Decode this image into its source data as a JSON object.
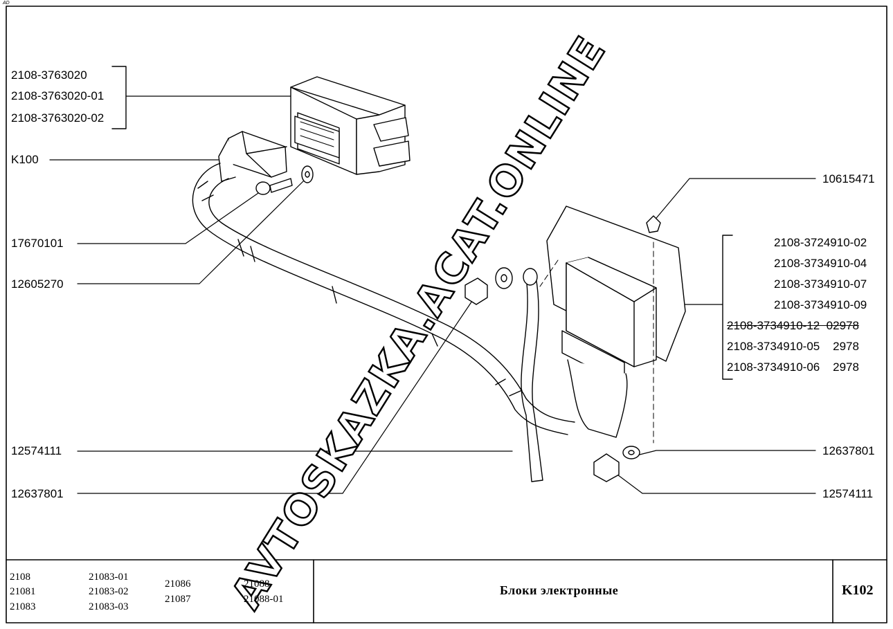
{
  "page": {
    "corner_mark": "AD"
  },
  "labels_left": [
    "2108-3763020",
    "2108-3763020-01",
    "2108-3763020-02",
    "K100",
    "17670101",
    "12605270",
    "12574111",
    "12637801"
  ],
  "labels_right": [
    "10615471",
    "2108-3724910-02",
    "2108-3734910-04",
    "2108-3734910-07",
    "2108-3734910-09",
    "2108-3734910-12  02978",
    "2108-3734910-05    2978",
    "2108-3734910-06    2978",
    "12637801",
    "12574111"
  ],
  "footer": {
    "models_col1": [
      "2108",
      "21081",
      "21083"
    ],
    "models_col2": [
      "21083-01",
      "21083-02",
      "21083-03"
    ],
    "models_col3": [
      "21086",
      "21087"
    ],
    "models_col4": [
      "21088",
      "21088-01"
    ],
    "title": "Блоки электронные",
    "code": "K102"
  },
  "watermark": "AVTOSKAZKA.ACAT.ONLINE"
}
